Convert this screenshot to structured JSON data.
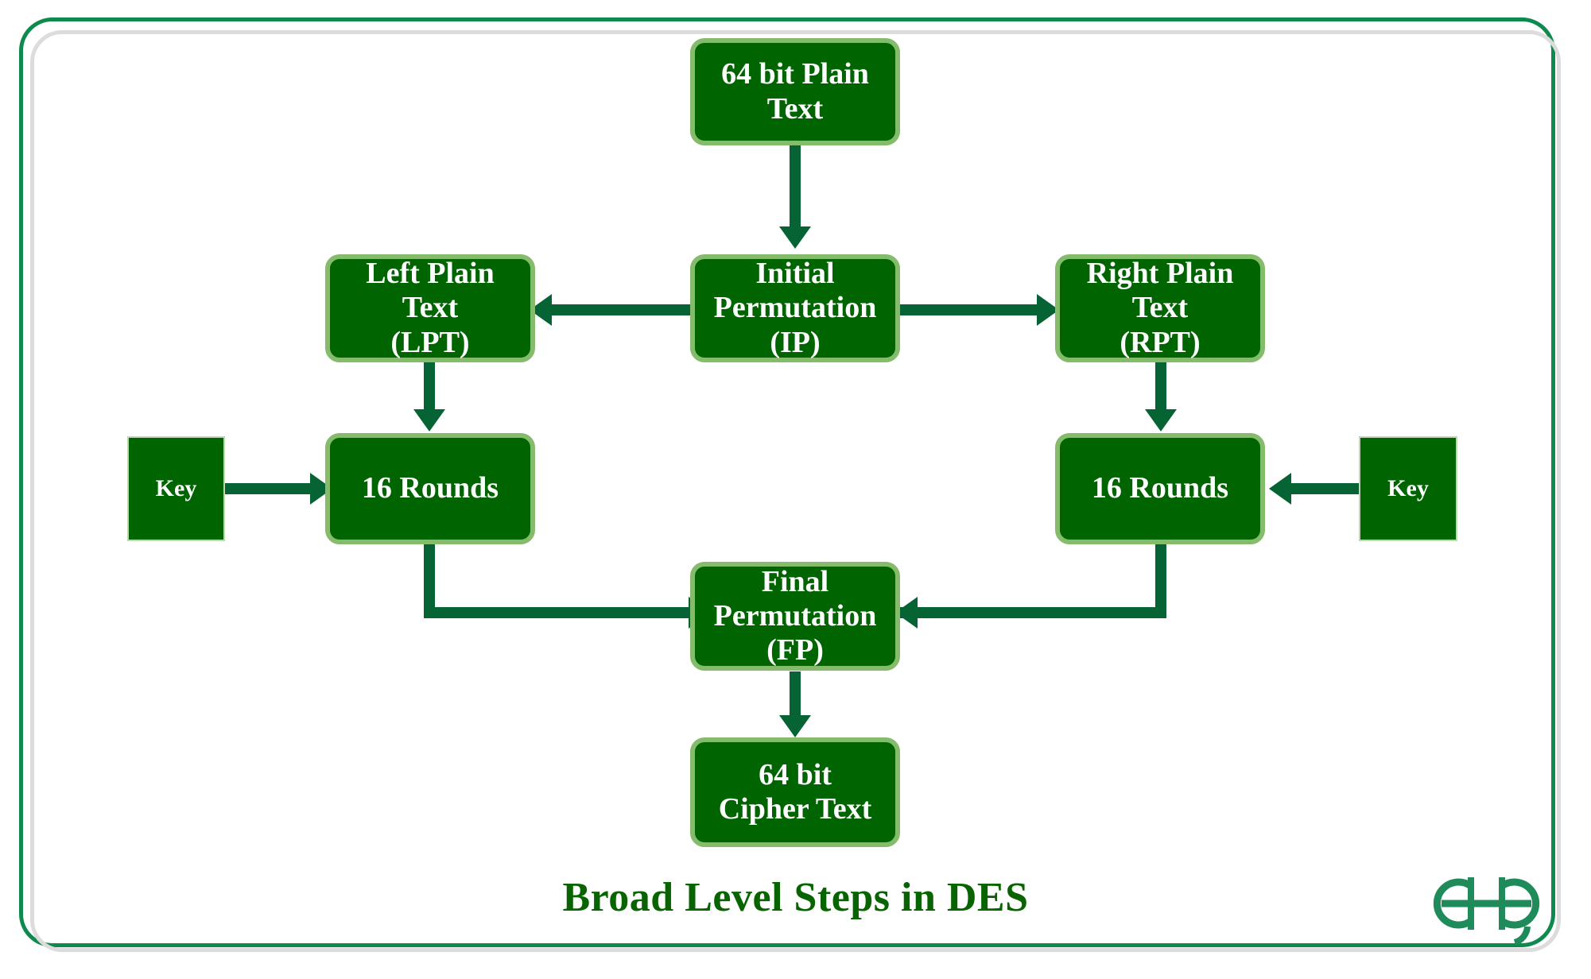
{
  "diagram": {
    "title": "Broad Level Steps in DES",
    "title_color": "#076400",
    "box_fill": "#006400",
    "box_border": "#84bc6b",
    "arrow_color": "#066334",
    "frame_outer_color": "#0e8a4e",
    "frame_inner_color": "#dcdcdc",
    "logo_color": "#1f8a5a",
    "logo_text": "GG",
    "nodes": {
      "plain_text": "64 bit Plain\nText",
      "initial_permutation": "Initial\nPermutation\n(IP)",
      "left_plain_text": "Left Plain\nText\n(LPT)",
      "right_plain_text": "Right Plain\nText\n(RPT)",
      "key_left": "Key",
      "key_right": "Key",
      "rounds_left": "16 Rounds",
      "rounds_right": "16 Rounds",
      "final_permutation": "Final\nPermutation\n(FP)",
      "cipher_text": "64 bit\nCipher Text"
    },
    "edges": [
      {
        "from": "plain_text",
        "to": "initial_permutation",
        "direction": "down"
      },
      {
        "from": "initial_permutation",
        "to": "left_plain_text",
        "direction": "left"
      },
      {
        "from": "initial_permutation",
        "to": "right_plain_text",
        "direction": "right"
      },
      {
        "from": "left_plain_text",
        "to": "rounds_left",
        "direction": "down"
      },
      {
        "from": "right_plain_text",
        "to": "rounds_right",
        "direction": "down"
      },
      {
        "from": "key_left",
        "to": "rounds_left",
        "direction": "right"
      },
      {
        "from": "key_right",
        "to": "rounds_right",
        "direction": "left"
      },
      {
        "from": "rounds_left",
        "to": "final_permutation",
        "direction": "elbow-right"
      },
      {
        "from": "rounds_right",
        "to": "final_permutation",
        "direction": "elbow-left"
      },
      {
        "from": "final_permutation",
        "to": "cipher_text",
        "direction": "down"
      }
    ]
  }
}
